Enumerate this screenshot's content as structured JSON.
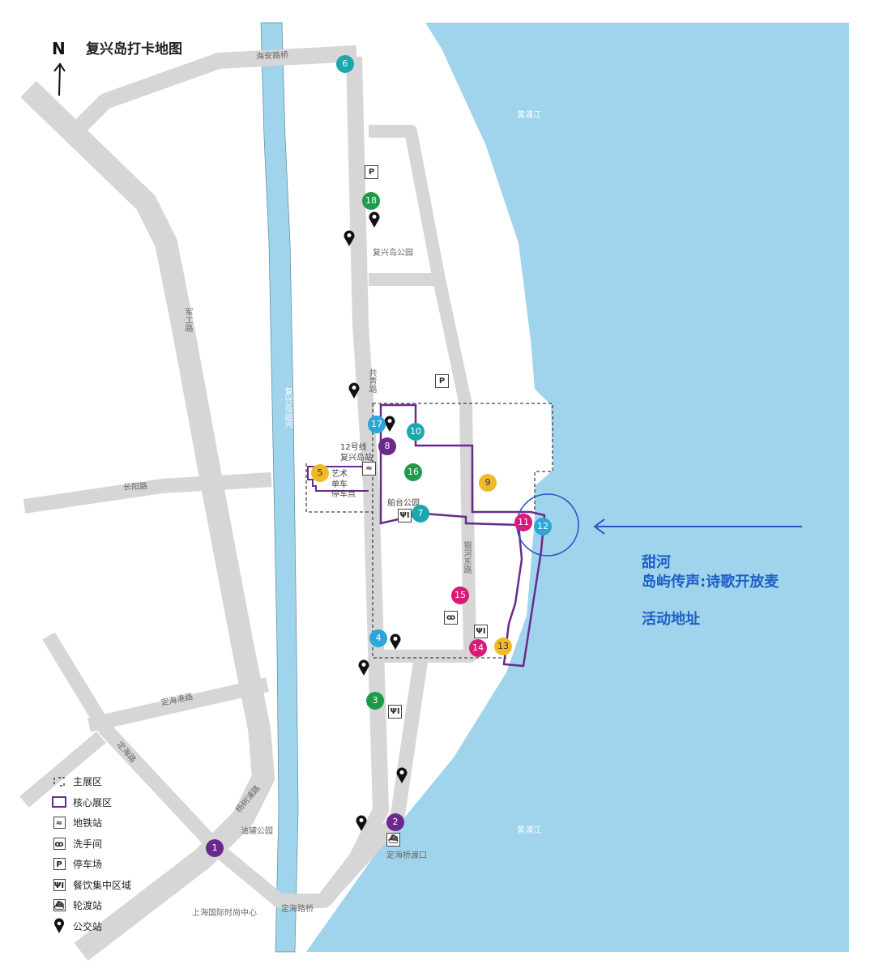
{
  "title": "复兴岛打卡地图",
  "north_label": "N",
  "colors": {
    "water": "#9fd4ec",
    "road": "#d6d6d6",
    "core": "#6a2a8c",
    "highlight": "#2456c8"
  },
  "callout": {
    "line1": "甜河",
    "line2": "岛屿传声:诗歌开放麦",
    "line3": "活动地址"
  },
  "labels": {
    "haian_bridge": "海安路桥",
    "park_fuxing": "复兴岛公园",
    "jungong": "军工路",
    "canal": "复兴岛运河",
    "gongqing": "共青路",
    "metro1": "12号线",
    "metro2": "复兴岛站",
    "bike1": "艺术",
    "bike2": "单车",
    "bike3": "停车点",
    "chuantai": "船台公园",
    "yinhe": "银河东路",
    "changyang": "长阳路",
    "dinghaigang": "定海港路",
    "dinghai": "定海路",
    "yangshupu": "杨树浦路",
    "youguan": "油罐公园",
    "ferry_dock": "定海桥渡口",
    "fashion": "上海国际时尚中心",
    "dinghai_bridge": "定海路桥",
    "huangpu_top": "黄浦江",
    "huangpu_bottom": "黄浦江"
  },
  "markers": [
    {
      "n": "1",
      "color": "#6a2a8c"
    },
    {
      "n": "2",
      "color": "#6a2a8c"
    },
    {
      "n": "3",
      "color": "#1e9a4a"
    },
    {
      "n": "4",
      "color": "#2aa6d9"
    },
    {
      "n": "5",
      "color": "#f0b928"
    },
    {
      "n": "6",
      "color": "#1aa8ad"
    },
    {
      "n": "7",
      "color": "#1aa8ad"
    },
    {
      "n": "8",
      "color": "#6a2a8c"
    },
    {
      "n": "9",
      "color": "#f0b928"
    },
    {
      "n": "10",
      "color": "#1aa8ad"
    },
    {
      "n": "11",
      "color": "#d81b78"
    },
    {
      "n": "12",
      "color": "#2aa6d9"
    },
    {
      "n": "13",
      "color": "#f0b928"
    },
    {
      "n": "14",
      "color": "#d81b78"
    },
    {
      "n": "15",
      "color": "#d81b78"
    },
    {
      "n": "16",
      "color": "#1e9a4a"
    },
    {
      "n": "17",
      "color": "#2aa6d9"
    },
    {
      "n": "18",
      "color": "#1e9a4a"
    }
  ],
  "legend": [
    {
      "icon": "main-zone-icon",
      "label": "主展区"
    },
    {
      "icon": "core-zone-icon",
      "label": "核心展区"
    },
    {
      "icon": "metro-icon",
      "label": "地铁站"
    },
    {
      "icon": "toilet-icon",
      "label": "洗手间"
    },
    {
      "icon": "parking-icon",
      "label": "停车场"
    },
    {
      "icon": "food-icon",
      "label": "餐饮集中区域"
    },
    {
      "icon": "ferry-icon",
      "label": "轮渡站"
    },
    {
      "icon": "bus-stop-icon",
      "label": "公交站"
    }
  ]
}
